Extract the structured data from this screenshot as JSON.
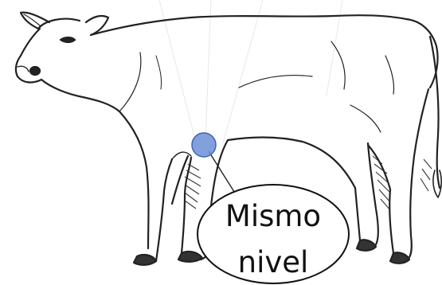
{
  "figure": {
    "subject": "calf-line-drawing",
    "marker": {
      "color": "#6b8fd6",
      "edge": "#3f63b5"
    },
    "callout": {
      "line1": "Mismo",
      "line2": "nivel"
    }
  }
}
